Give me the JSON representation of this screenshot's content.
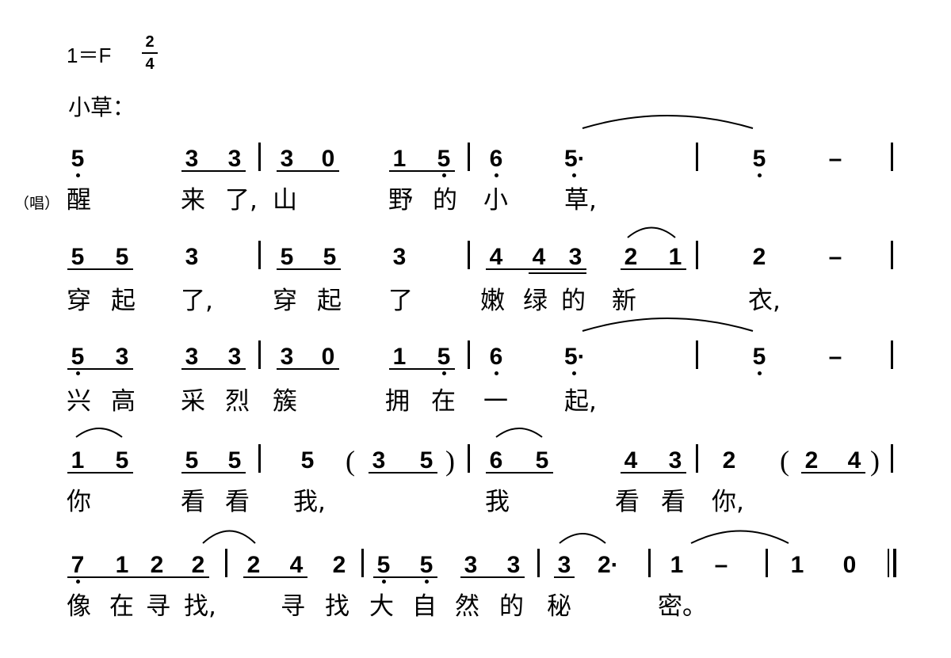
{
  "header": {
    "key": "1＝F",
    "time_top": "2",
    "time_bottom": "4",
    "role": "小草："
  },
  "singer_label": "（唱）",
  "rows": [
    {
      "notes": [
        "5",
        "3",
        "3",
        "3",
        "0",
        "1",
        "5",
        "6",
        "5·",
        "5",
        "–"
      ],
      "lyrics": [
        "醒",
        "来",
        "了,",
        "山",
        "野",
        "的",
        "小",
        "草,"
      ]
    },
    {
      "notes": [
        "5",
        "5",
        "3",
        "5",
        "5",
        "3",
        "4",
        "4",
        "3",
        "2",
        "1",
        "2",
        "–"
      ],
      "lyrics": [
        "穿",
        "起",
        "了,",
        "穿",
        "起",
        "了",
        "嫩",
        "绿",
        "的",
        "新",
        "衣,"
      ]
    },
    {
      "notes": [
        "5",
        "3",
        "3",
        "3",
        "3",
        "0",
        "1",
        "5",
        "6",
        "5·",
        "5",
        "–"
      ],
      "lyrics": [
        "兴",
        "高",
        "采",
        "烈",
        "簇",
        "拥",
        "在",
        "一",
        "起,"
      ]
    },
    {
      "notes": [
        "1",
        "5",
        "5",
        "5",
        "5",
        "(",
        "3",
        "5",
        ")",
        "6",
        "5",
        "4",
        "3",
        "2",
        "(",
        "2",
        "4",
        ")"
      ],
      "lyrics": [
        "你",
        "看",
        "看",
        "我,",
        "我",
        "看",
        "看",
        "你,"
      ]
    },
    {
      "notes": [
        "7",
        "1",
        "2",
        "2",
        "2",
        "4",
        "2",
        "5",
        "5",
        "3",
        "3",
        "3",
        "2·",
        "1",
        "–",
        "1",
        "0"
      ],
      "lyrics": [
        "像",
        "在",
        "寻",
        "找,",
        "寻",
        "找",
        "大",
        "自",
        "然",
        "的",
        "秘",
        "密。"
      ]
    }
  ]
}
